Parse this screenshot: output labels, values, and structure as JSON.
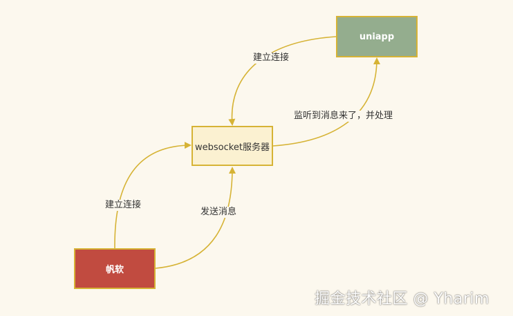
{
  "nodes": {
    "uniapp": "uniapp",
    "websocket_server": "websocket服务器",
    "fanruan": "帆软"
  },
  "edges": {
    "uniapp_to_server": "建立连接",
    "server_to_uniapp": "监听到消息来了，并处理",
    "fanruan_to_server_connect": "建立连接",
    "fanruan_to_server_send": "发送消息"
  },
  "watermark": "掘金技术社区 @ Yharim",
  "colors": {
    "edge": "#d6b335",
    "uniapp_fill": "#94ad8e",
    "server_fill": "#fbf1d1",
    "fanruan_fill": "#c14b40",
    "border": "#d6b335"
  }
}
